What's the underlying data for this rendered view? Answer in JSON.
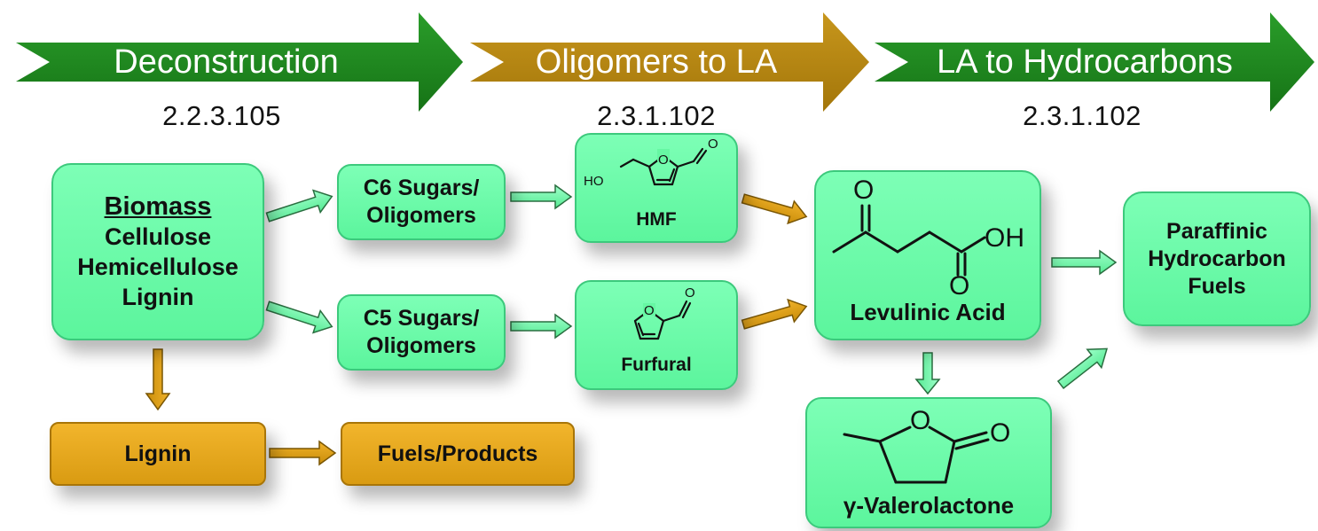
{
  "banners": [
    {
      "label": "Deconstruction",
      "code": "2.2.3.105",
      "color": "#1e8a1e"
    },
    {
      "label": "Oligomers to LA",
      "code": "2.3.1.102",
      "color": "#b8860b"
    },
    {
      "label": "LA to Hydrocarbons",
      "code": "2.3.1.102",
      "color": "#1e8a1e"
    }
  ],
  "nodes": {
    "biomass": {
      "title": "Biomass",
      "lines": [
        "Cellulose",
        "Hemicellulose",
        "Lignin"
      ]
    },
    "c6": {
      "lines": [
        "C6 Sugars/",
        "Oligomers"
      ]
    },
    "c5": {
      "lines": [
        "C5 Sugars/",
        "Oligomers"
      ]
    },
    "hmf": {
      "label": "HMF",
      "ho": "HO"
    },
    "furfural": {
      "label": "Furfural",
      "o": "O"
    },
    "levulinic": {
      "label": "Levulinic Acid",
      "o_top": "O",
      "oh": "OH",
      "o_bottom": "O"
    },
    "gvl": {
      "label": "γ-Valerolactone",
      "o_ring": "O",
      "o_carbonyl": "O"
    },
    "paraffinic": {
      "lines": [
        "Paraffinic",
        "Hydrocarbon",
        "Fuels"
      ]
    },
    "lignin": {
      "label": "Lignin"
    },
    "fuels_products": {
      "label": "Fuels/Products"
    }
  },
  "colors": {
    "green_arrow": "#1e8a1e",
    "gold_arrow": "#b8860b",
    "green_box": "#66f7a3",
    "gold_box": "#e6a81f"
  }
}
